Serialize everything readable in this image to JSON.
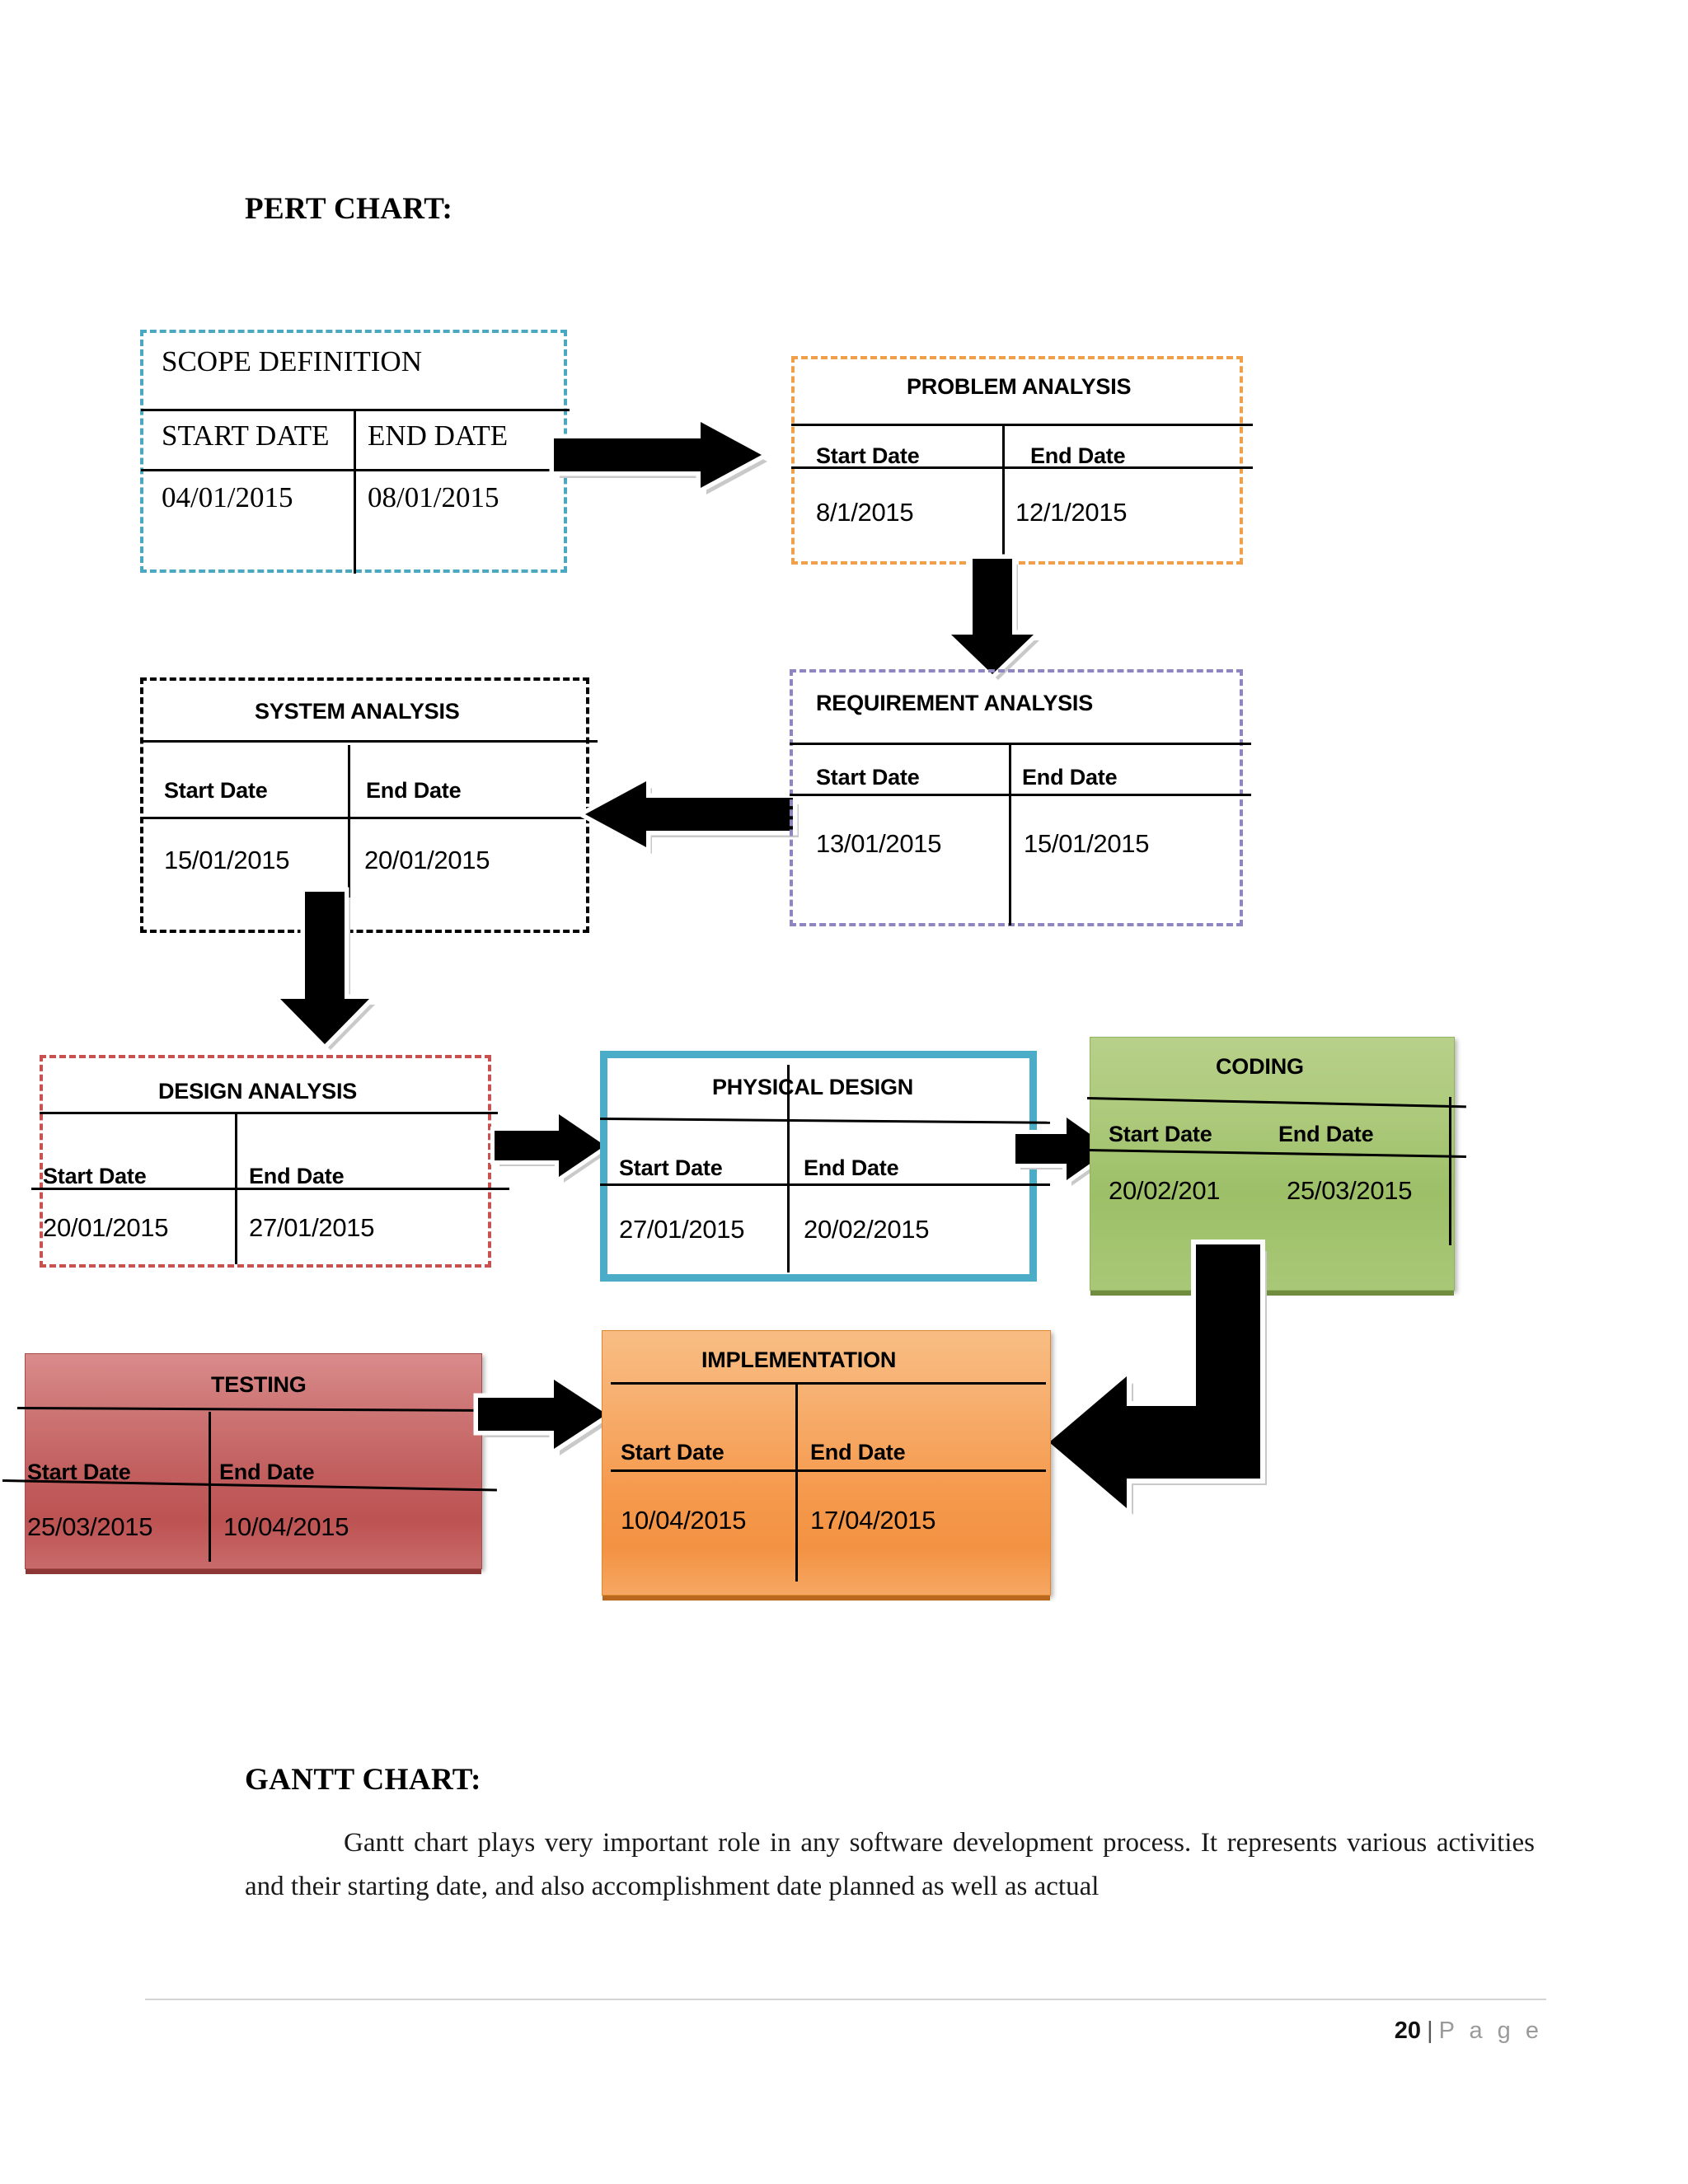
{
  "document": {
    "pert_title": "PERT CHART:",
    "gantt_title": "GANTT CHART:",
    "paragraph": "Gantt chart plays very important role in any software development process. It represents various activities and their starting date, and also accomplishment date planned as well as actual",
    "footer": {
      "page_number": "20",
      "separator": "|",
      "page_word": "P a g e"
    }
  },
  "chart_data": {
    "type": "diagram",
    "title": "PERT CHART:",
    "nodes": [
      {
        "id": "scope-definition",
        "title": "SCOPE DEFINITION",
        "col_start": "START DATE",
        "col_end": "END DATE",
        "start_date": "04/01/2015",
        "end_date": "08/01/2015",
        "style": "dashed",
        "color": "#4aa8c0"
      },
      {
        "id": "problem-analysis",
        "title": "PROBLEM ANALYSIS",
        "col_start": "Start Date",
        "col_end": "End Date",
        "start_date": "8/1/2015",
        "end_date": "12/1/2015",
        "style": "dashed",
        "color": "#f0a04b"
      },
      {
        "id": "requirement-analysis",
        "title": "REQUIREMENT  ANALYSIS",
        "col_start": "Start Date",
        "col_end": "End Date",
        "start_date": "13/01/2015",
        "end_date": "15/01/2015",
        "style": "dashed",
        "color": "#8f85c0"
      },
      {
        "id": "system-analysis",
        "title": "SYSTEM ANALYSIS",
        "col_start": "Start Date",
        "col_end": "End Date",
        "start_date": "15/01/2015",
        "end_date": "20/01/2015",
        "style": "dashed",
        "color": "#000000"
      },
      {
        "id": "design-analysis",
        "title": "DESIGN ANALYSIS",
        "col_start": "Start Date",
        "col_end": "End Date",
        "start_date": "20/01/2015",
        "end_date": "27/01/2015",
        "style": "dashed",
        "color": "#c9514f"
      },
      {
        "id": "physical-design",
        "title": "PHYSICAL DESIGN",
        "col_start": "Start Date",
        "col_end": "End Date",
        "start_date": "27/01/2015",
        "end_date": "20/02/2015",
        "style": "solid",
        "color": "#4aacc6"
      },
      {
        "id": "coding",
        "title": "CODING",
        "col_start": "Start Date",
        "col_end": "End Date",
        "start_date": "20/02/201",
        "end_date": "25/03/2015",
        "style": "filled",
        "color": "#9dbf68"
      },
      {
        "id": "testing",
        "title": "TESTING",
        "col_start": "Start Date",
        "col_end": "End Date",
        "start_date": "25/03/2015",
        "end_date": "10/04/2015",
        "style": "filled",
        "color": "#c25f5f"
      },
      {
        "id": "implementation",
        "title": "IMPLEMENTATION",
        "col_start": "Start Date",
        "col_end": "End Date",
        "start_date": "10/04/2015",
        "end_date": "17/04/2015",
        "style": "filled",
        "color": "#f59a4e"
      }
    ],
    "edges": [
      {
        "from": "scope-definition",
        "to": "problem-analysis",
        "direction": "right"
      },
      {
        "from": "problem-analysis",
        "to": "requirement-analysis",
        "direction": "down"
      },
      {
        "from": "requirement-analysis",
        "to": "system-analysis",
        "direction": "left"
      },
      {
        "from": "system-analysis",
        "to": "design-analysis",
        "direction": "down"
      },
      {
        "from": "design-analysis",
        "to": "physical-design",
        "direction": "right"
      },
      {
        "from": "physical-design",
        "to": "coding",
        "direction": "right"
      },
      {
        "from": "coding",
        "to": "implementation",
        "direction": "elbow-down-left"
      },
      {
        "from": "testing",
        "to": "implementation",
        "direction": "right"
      }
    ]
  }
}
